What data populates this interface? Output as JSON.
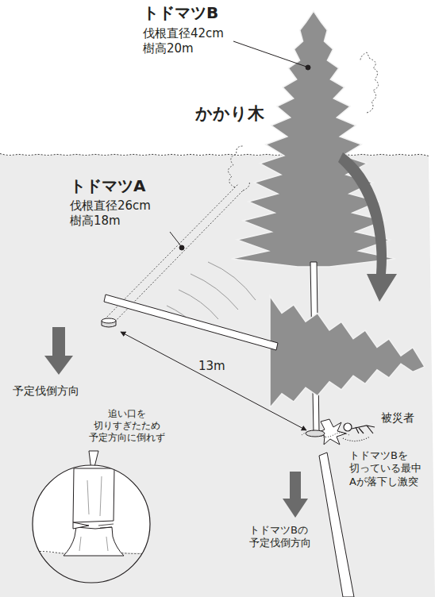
{
  "diagram": {
    "labels": [
      "トドマツB",
      "伐根直径42cm 樹高20m",
      "かかり木",
      "トドマツA",
      "伐根直径26cm 樹高18m",
      "13m",
      "予定伐倒方向",
      "追い口を 切りすぎたため 予定方向に倒れず",
      "被災者",
      "トドマツBを 切っている最中 Aが落下し激突",
      "トドマツBの 予定伐倒方向"
    ]
  }
}
